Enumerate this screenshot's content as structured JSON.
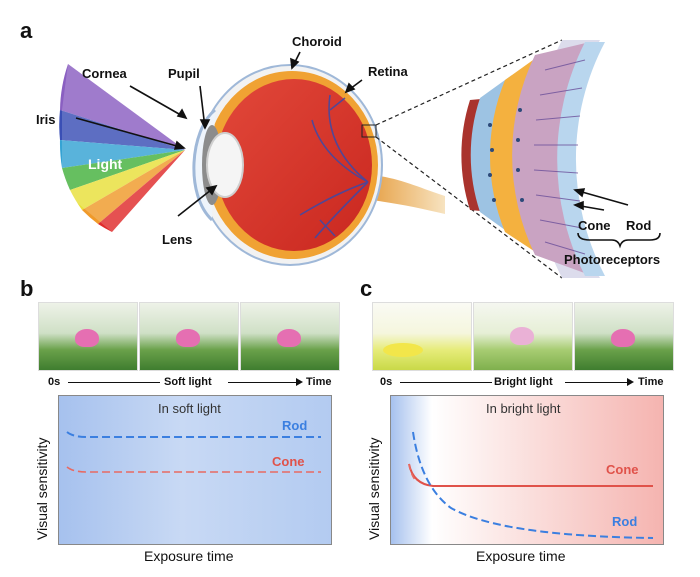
{
  "panels": {
    "a": "a",
    "b": "b",
    "c": "c"
  },
  "eye_labels": {
    "cornea": "Cornea",
    "pupil": "Pupil",
    "choroid": "Choroid",
    "retina": "Retina",
    "iris": "Iris",
    "light": "Light",
    "lens": "Lens",
    "cone": "Cone",
    "rod": "Rod",
    "photoreceptors": "Photoreceptors"
  },
  "timeline_b": {
    "start": "0s",
    "label": "Soft light",
    "end": "Time"
  },
  "timeline_c": {
    "start": "0s",
    "label": "Bright light",
    "end": "Time"
  },
  "chart_b": {
    "subtitle": "In soft light",
    "ylabel": "Visual sensitivity",
    "xlabel": "Exposure time",
    "rod_label": "Rod",
    "cone_label": "Cone"
  },
  "chart_c": {
    "subtitle": "In bright light",
    "ylabel": "Visual sensitivity",
    "xlabel": "Exposure time",
    "rod_label": "Rod",
    "cone_label": "Cone"
  },
  "colors": {
    "rod": "#3b7fe0",
    "cone": "#e0524a",
    "soft_bg": "#b9cff2",
    "bright_bg": "#f5b4b0"
  }
}
